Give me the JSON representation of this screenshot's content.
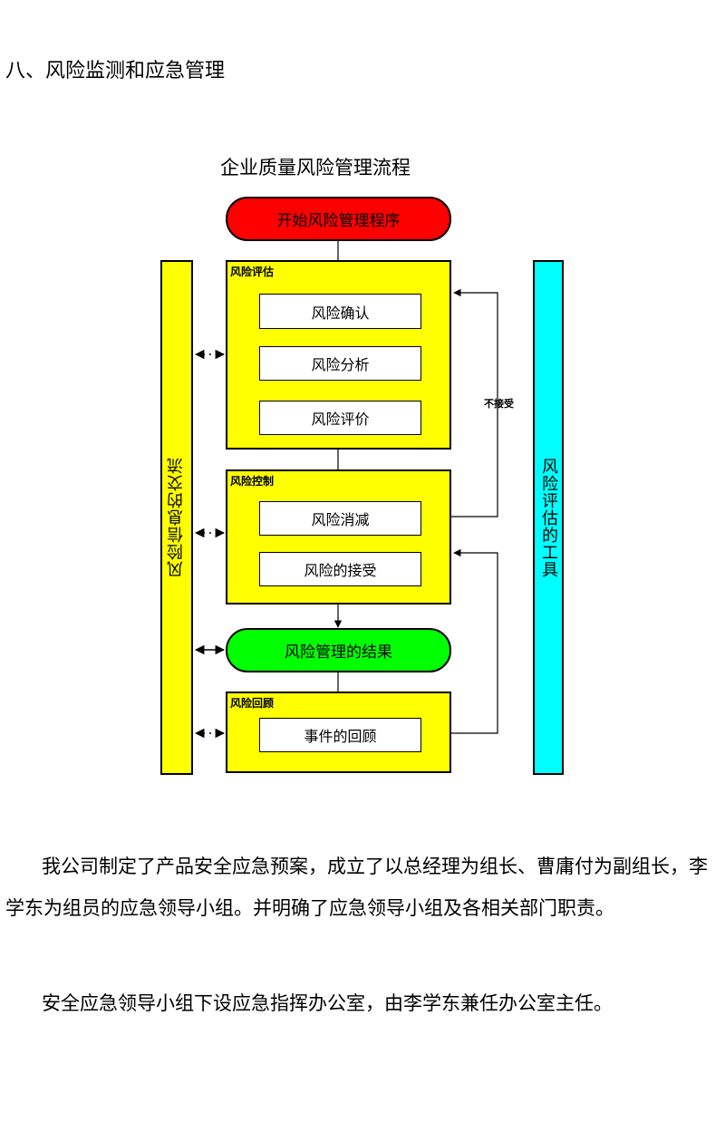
{
  "section_heading": "八、风险监测和应急管理",
  "flowchart": {
    "title": "企业质量风险管理流程",
    "start": "开始风险管理程序",
    "groups": [
      {
        "label": "风险评估",
        "steps": [
          "风险确认",
          "风险分析",
          "风险评价"
        ]
      },
      {
        "label": "风险控制",
        "steps": [
          "风险消减",
          "风险的接受"
        ]
      },
      {
        "label": "风险回顾",
        "steps": [
          "事件的回顾"
        ]
      }
    ],
    "result": "风险管理的结果",
    "left_bar": "风险信息的交流",
    "right_bar": "风险评估的工具",
    "reject_label": "不接受"
  },
  "paragraphs": [
    "我公司制定了产品安全应急预案，成立了以总经理为组长、曹庸付为副组长，李学东为组员的应急领导小组。并明确了应急领导小组及各相关部门职责。",
    "安全应急领导小组下设应急指挥办公室，由李学东兼任办公室主任。"
  ]
}
